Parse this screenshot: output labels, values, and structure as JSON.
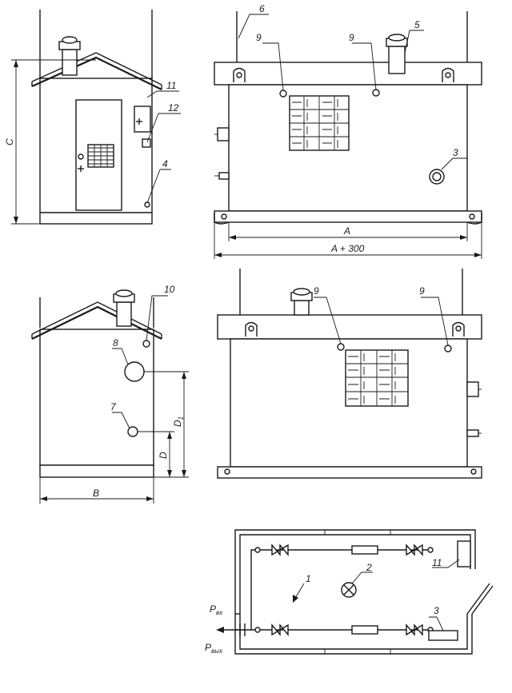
{
  "callouts": {
    "n1": "1",
    "n2": "2",
    "n3": "3",
    "n4": "4",
    "n5": "5",
    "n6": "6",
    "n7": "7",
    "n8": "8",
    "n9": "9",
    "n10": "10",
    "n11": "11",
    "n12": "12"
  },
  "dimensions": {
    "c": "C",
    "a": "A",
    "a_plus": "A + 300",
    "b": "B",
    "d": "D",
    "d1_main": "D",
    "d1_sub": "1"
  },
  "pressure": {
    "p_in_main": "P",
    "p_in_sub": "вх",
    "p_out_main": "P",
    "p_out_sub": "вых"
  }
}
